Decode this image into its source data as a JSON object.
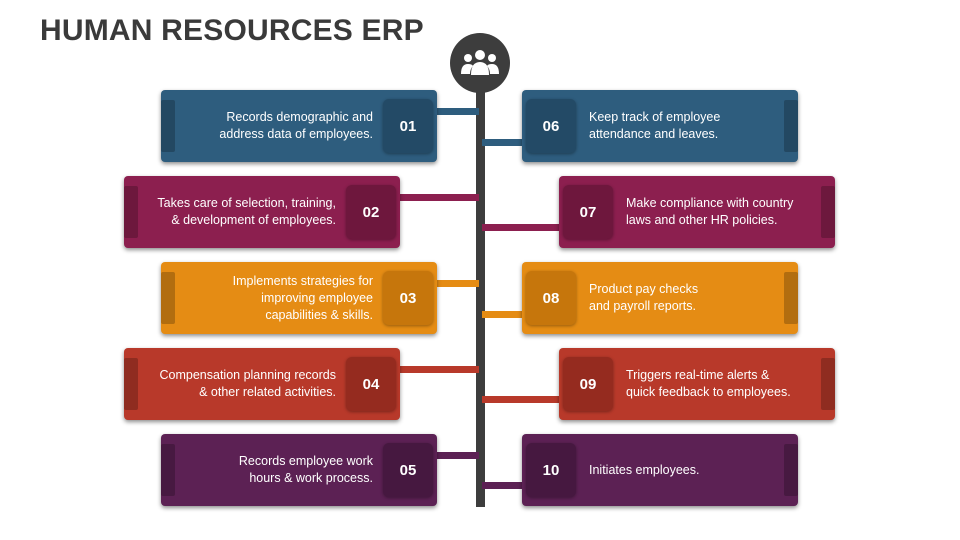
{
  "title": "HUMAN RESOURCES ERP",
  "hub_icon": "people-group-icon",
  "colors": {
    "spine": "#3d3d3d",
    "blue": "#2e5d7e",
    "maroon": "#8c1f4f",
    "orange": "#e58c14",
    "red": "#b8392a",
    "purple": "#5c2154"
  },
  "items": [
    {
      "num": "01",
      "text": "Records demographic and\naddress data of employees."
    },
    {
      "num": "02",
      "text": "Takes care of selection, training,\n& development of employees."
    },
    {
      "num": "03",
      "text": "Implements strategies for\nimproving employee\ncapabilities & skills."
    },
    {
      "num": "04",
      "text": "Compensation planning records\n& other related activities."
    },
    {
      "num": "05",
      "text": "Records employee work\nhours & work process."
    },
    {
      "num": "06",
      "text": "Keep track of employee\nattendance and leaves."
    },
    {
      "num": "07",
      "text": "Make compliance with country\nlaws and other HR policies."
    },
    {
      "num": "08",
      "text": "Product pay checks\nand payroll reports."
    },
    {
      "num": "09",
      "text": "Triggers real-time alerts &\nquick feedback to employees."
    },
    {
      "num": "10",
      "text": "Initiates employees."
    }
  ]
}
